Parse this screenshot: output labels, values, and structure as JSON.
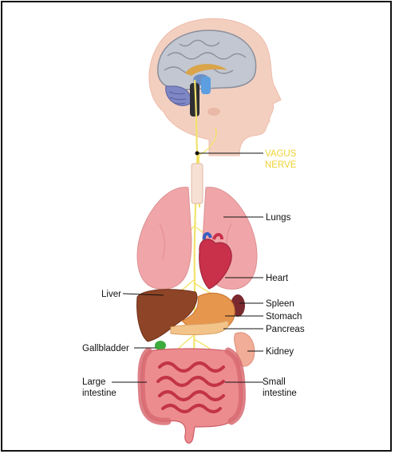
{
  "diagram": {
    "vagus_label_line1": "VAGUS",
    "vagus_label_line2": "NERVE",
    "labels": {
      "lungs": "Lungs",
      "heart": "Heart",
      "liver": "Liver",
      "spleen": "Spleen",
      "stomach": "Stomach",
      "pancreas": "Pancreas",
      "gallbladder": "Gallbladder",
      "kidney": "Kidney",
      "large_intestine_line1": "Large",
      "large_intestine_line2": "intestine",
      "small_intestine_line1": "Small",
      "small_intestine_line2": "intestine"
    },
    "colors": {
      "nerve": "#f2e36c",
      "vagus_text": "#f0d232",
      "skin": "#f3cfc0",
      "brain": "#b9bfca",
      "lungs": "#f0a6a8",
      "heart": "#c9304a",
      "liver": "#8e4427",
      "stomach": "#e7964e",
      "intestine": "#e87177",
      "gallbladder": "#3cab3c",
      "kidney": "#f1ad98"
    }
  }
}
